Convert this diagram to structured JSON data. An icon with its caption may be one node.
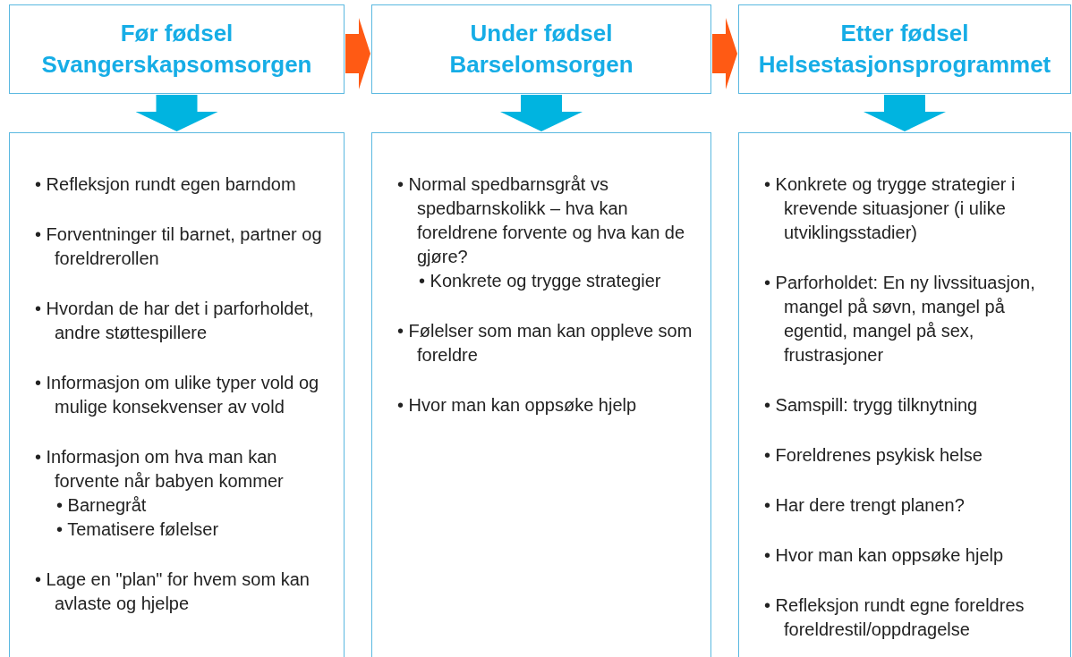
{
  "diagram": {
    "nodes": [
      {
        "text": [
          "Før fødsel",
          "Svangerskapsomsorgen"
        ]
      },
      {
        "text": [
          "Under fødsel",
          "Barselomsorgen"
        ]
      },
      {
        "text": [
          "Etter fødsel",
          "Helsestasjonsprogrammet"
        ]
      },
      {
        "text": [
          "• Refleksjon rundt egen barndom",
          "• Forventninger til barnet, partner og foreldrerollen",
          "• Hvordan de har det i parforholdet, andre støttespillere",
          "• Informasjon om ulike typer vold og mulige konsekvenser av vold",
          "• Informasjon om hva man kan forvente når babyen kommer",
          "• Barnegråt",
          "• Tematisere følelser",
          "• Lage en \"plan\" for hvem som kan avlaste og hjelpe"
        ]
      },
      {
        "text": [
          "• Normal spedbarnsgråt vs spedbarnskolikk – hva kan foreldrene forvente og hva kan de gjøre?",
          "• Konkrete og trygge strategier",
          "• Følelser som man kan oppleve som foreldre",
          "• Hvor man kan oppsøke hjelp"
        ]
      },
      {
        "text": [
          "• Konkrete og trygge strategier i krevende situasjoner (i ulike utviklingsstadier)",
          "• Parforholdet: En ny livssituasjon, mangel på søvn, mangel på egentid, mangel på sex, frustrasjoner",
          "• Samspill: trygg tilknytning",
          "• Foreldrenes psykisk helse",
          "• Har dere trengt planen?",
          "• Hvor man kan oppsøke hjelp",
          "• Refleksjon rundt egne foreldres foreldrestil/oppdragelse"
        ]
      }
    ],
    "edges": [
      {
        "from": 0,
        "to": 1,
        "arrow": "to",
        "color": "#ff5a14"
      },
      {
        "from": 1,
        "to": 2,
        "arrow": "to",
        "color": "#ff5a14"
      },
      {
        "from": 0,
        "to": 3,
        "arrow": "to"
      },
      {
        "from": 1,
        "to": 4,
        "arrow": "to"
      },
      {
        "from": 2,
        "to": 5,
        "arrow": "to"
      }
    ]
  }
}
